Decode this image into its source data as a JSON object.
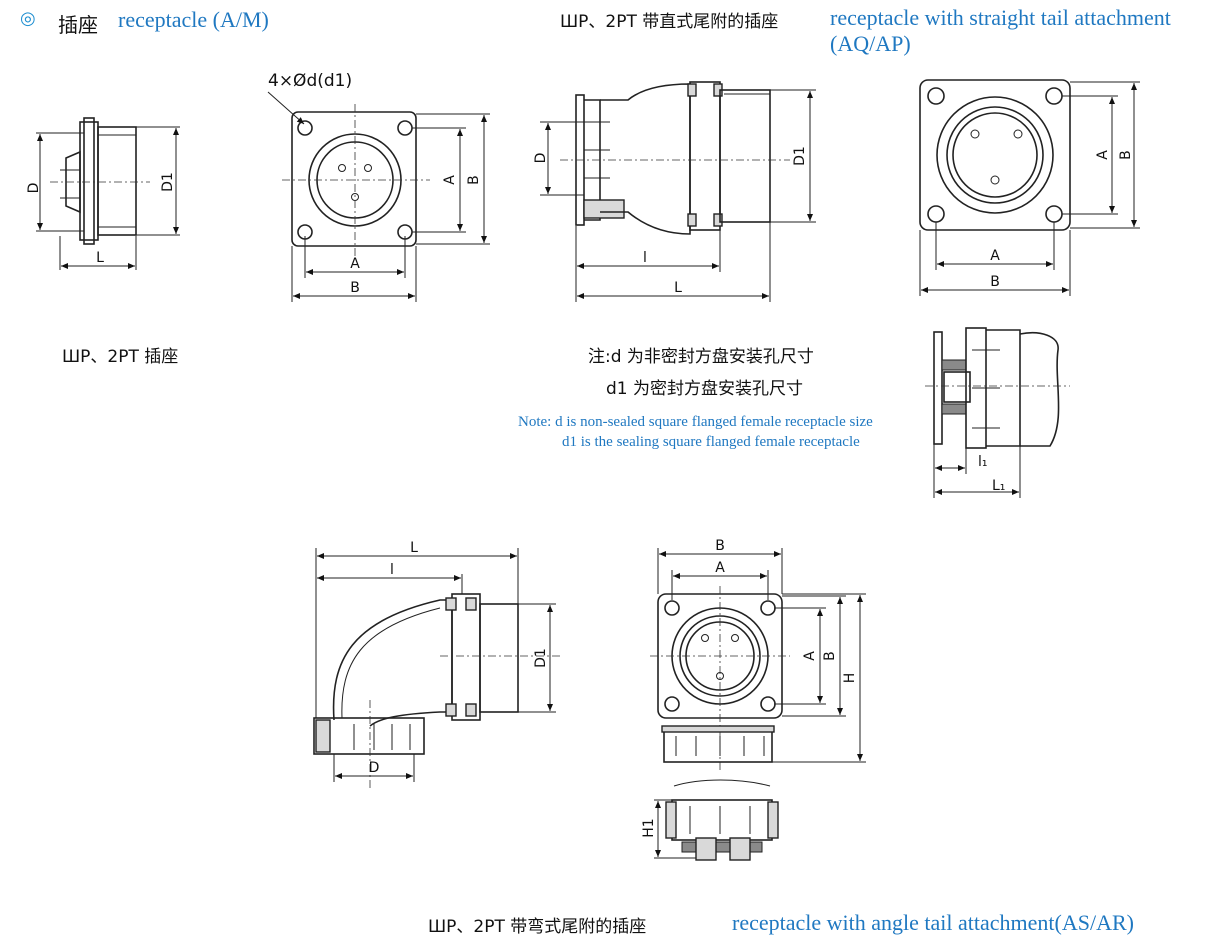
{
  "header": {
    "bullet": "◎",
    "title_cn": "插座",
    "title_en": "receptacle (A/M)"
  },
  "straight": {
    "title_cn": "ШР、2PT 带直式尾附的插座",
    "title_en_line1": "receptacle with straight tail attachment",
    "title_en_line2": "(AQ/AP)"
  },
  "receptacle_caption": "ШР、2PT 插座",
  "note": {
    "cn_line1": "注:d 为非密封方盘安装孔尺寸",
    "cn_line2": "d1 为密封方盘安装孔尺寸",
    "en_line1": "Note: d is non-sealed square flanged female receptacle size",
    "en_line2": "d1 is the sealing square flanged female receptacle"
  },
  "angle": {
    "title_cn": "ШР、2PT 带弯式尾附的插座",
    "title_en": "receptacle with angle tail attachment(AS/AR)"
  },
  "dims": {
    "hole": "4×Ød(d1)",
    "D": "D",
    "D1": "D1",
    "L": "L",
    "l": "l",
    "A": "A",
    "B": "B",
    "H": "H",
    "H1": "H1",
    "l1": "l₁",
    "L1": "L₁"
  },
  "colors": {
    "english_text": "#1f78c1",
    "bullet": "#1f8fd1"
  }
}
